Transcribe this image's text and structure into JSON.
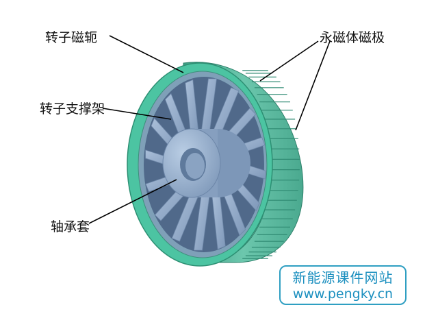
{
  "labels": {
    "rotor_yoke": "转子磁轭",
    "permanent_magnet": "永磁体磁极",
    "rotor_support": "转子支撑架",
    "bearing_sleeve": "轴承套"
  },
  "watermark": {
    "line1": "新能源课件网站",
    "line2": "www.pengky.cn"
  },
  "colors": {
    "magnet_teal": "#4fb89b",
    "yoke_green": "#3fbf9a",
    "steel_blue": "#8fa9c8",
    "leader_line": "#000000",
    "watermark_blue": "#1b8fbf"
  }
}
